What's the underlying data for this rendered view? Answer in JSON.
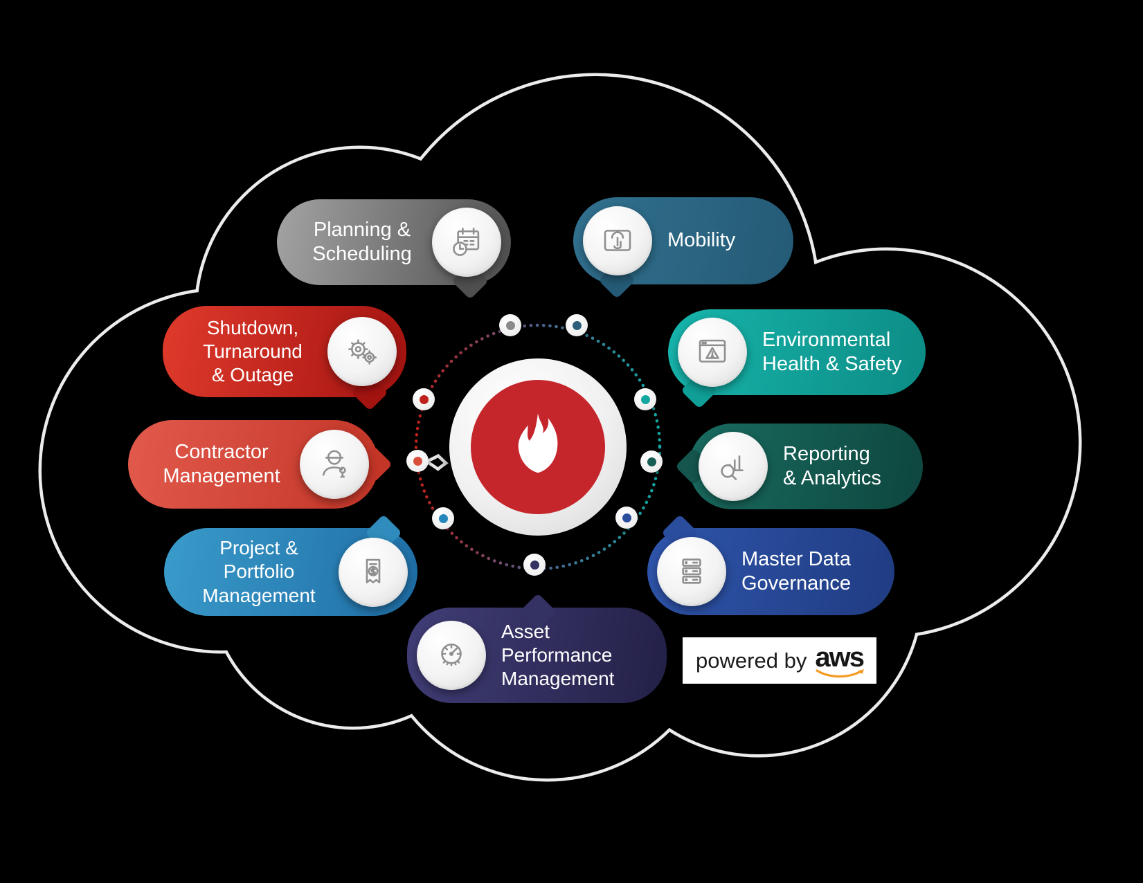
{
  "cloud": {
    "outline_color": "#ececec",
    "background_color": "#000000"
  },
  "center": {
    "logo": "flame",
    "circle_color": "#c5262c"
  },
  "ring": {
    "left_color": "#c0211c",
    "mid_color": "#50608f",
    "right_color": "#12a7a0",
    "nodes": [
      {
        "id": "planning",
        "color": "#8a8a8a"
      },
      {
        "id": "mobility",
        "color": "#2d5f7a"
      },
      {
        "id": "shutdown",
        "color": "#c0211c"
      },
      {
        "id": "ehs",
        "color": "#12a7a0"
      },
      {
        "id": "contractor",
        "color": "#d94f3d"
      },
      {
        "id": "reporting",
        "color": "#155e54"
      },
      {
        "id": "project",
        "color": "#2787bd"
      },
      {
        "id": "masterdata",
        "color": "#2a4d9e"
      },
      {
        "id": "asset",
        "color": "#343163"
      }
    ]
  },
  "bubbles": [
    {
      "id": "planning",
      "label": "Planning &\nScheduling",
      "icon": "calendar-clock-icon",
      "color_from": "#a3a3a3",
      "color_to": "#4f4f4f",
      "tail_color": "#4f4f4f"
    },
    {
      "id": "mobility",
      "label": "Mobility",
      "icon": "touch-screen-icon",
      "color_from": "#31718f",
      "color_to": "#245a75",
      "tail_color": "#245a75"
    },
    {
      "id": "shutdown",
      "label": "Shutdown,\nTurnaround\n& Outage",
      "icon": "gears-icon",
      "color_from": "#e03a2c",
      "color_to": "#a31310",
      "tail_color": "#a31310"
    },
    {
      "id": "ehs",
      "label": "Environmental\nHealth & Safety",
      "icon": "browser-warning-icon",
      "color_from": "#17b5ac",
      "color_to": "#0c8c85",
      "tail_color": "#0f9f97"
    },
    {
      "id": "contractor",
      "label": "Contractor\nManagement",
      "icon": "contractor-icon",
      "color_from": "#e25a4c",
      "color_to": "#c23527",
      "tail_color": "#c23527"
    },
    {
      "id": "reporting",
      "label": "Reporting\n& Analytics",
      "icon": "analytics-search-icon",
      "color_from": "#1a6c61",
      "color_to": "#0d463e",
      "tail_color": "#14564d"
    },
    {
      "id": "project",
      "label": "Project &\nPortfolio\nManagement",
      "icon": "invoice-icon",
      "color_from": "#3a9bca",
      "color_to": "#1e6da5",
      "tail_color": "#2f8cbd"
    },
    {
      "id": "masterdata",
      "label": "Master Data\nGovernance",
      "icon": "server-stack-icon",
      "color_from": "#2f55ab",
      "color_to": "#203c82",
      "tail_color": "#2a4d9e"
    },
    {
      "id": "asset",
      "label": "Asset\nPerformance\nManagement",
      "icon": "gauge-icon",
      "color_from": "#413e77",
      "color_to": "#232047",
      "tail_color": "#343163"
    }
  ],
  "aws": {
    "powered_by": "powered by",
    "brand": "aws",
    "swoosh_color": "#f59a23",
    "box_color": "#ffffff"
  }
}
